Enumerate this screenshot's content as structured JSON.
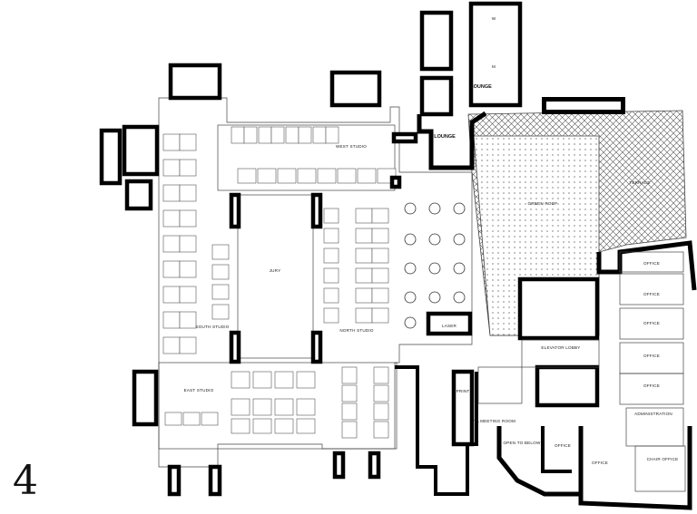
{
  "floor_number": "4",
  "rooms": {
    "west_studio": "WEST STUDIO",
    "lounge_main": "LOUNGE",
    "lounge_small": "LOUNGE",
    "restroom_women": "W",
    "restroom_men": "M",
    "green_roof": "GREEN ROOF",
    "terrace": "TERRACE",
    "jury": "JURY",
    "south_studio": "SOUTH STUDIO",
    "north_studio": "NORTH STUDIO",
    "east_studio": "EAST STUDIO",
    "laser": "LASER",
    "print": "PRINT",
    "ta_meeting_room": "TA MEETING ROOM",
    "elevator_lobby": "ELEVATOR LOBBY",
    "office": "OFFICE",
    "administration": "ADMINISTRATION",
    "chair_office": "CHAIR OFFICE",
    "open_to_below": "OPEN TO BELOW"
  },
  "colors": {
    "walls": "#000000",
    "lines": "#444444",
    "background": "#ffffff"
  }
}
